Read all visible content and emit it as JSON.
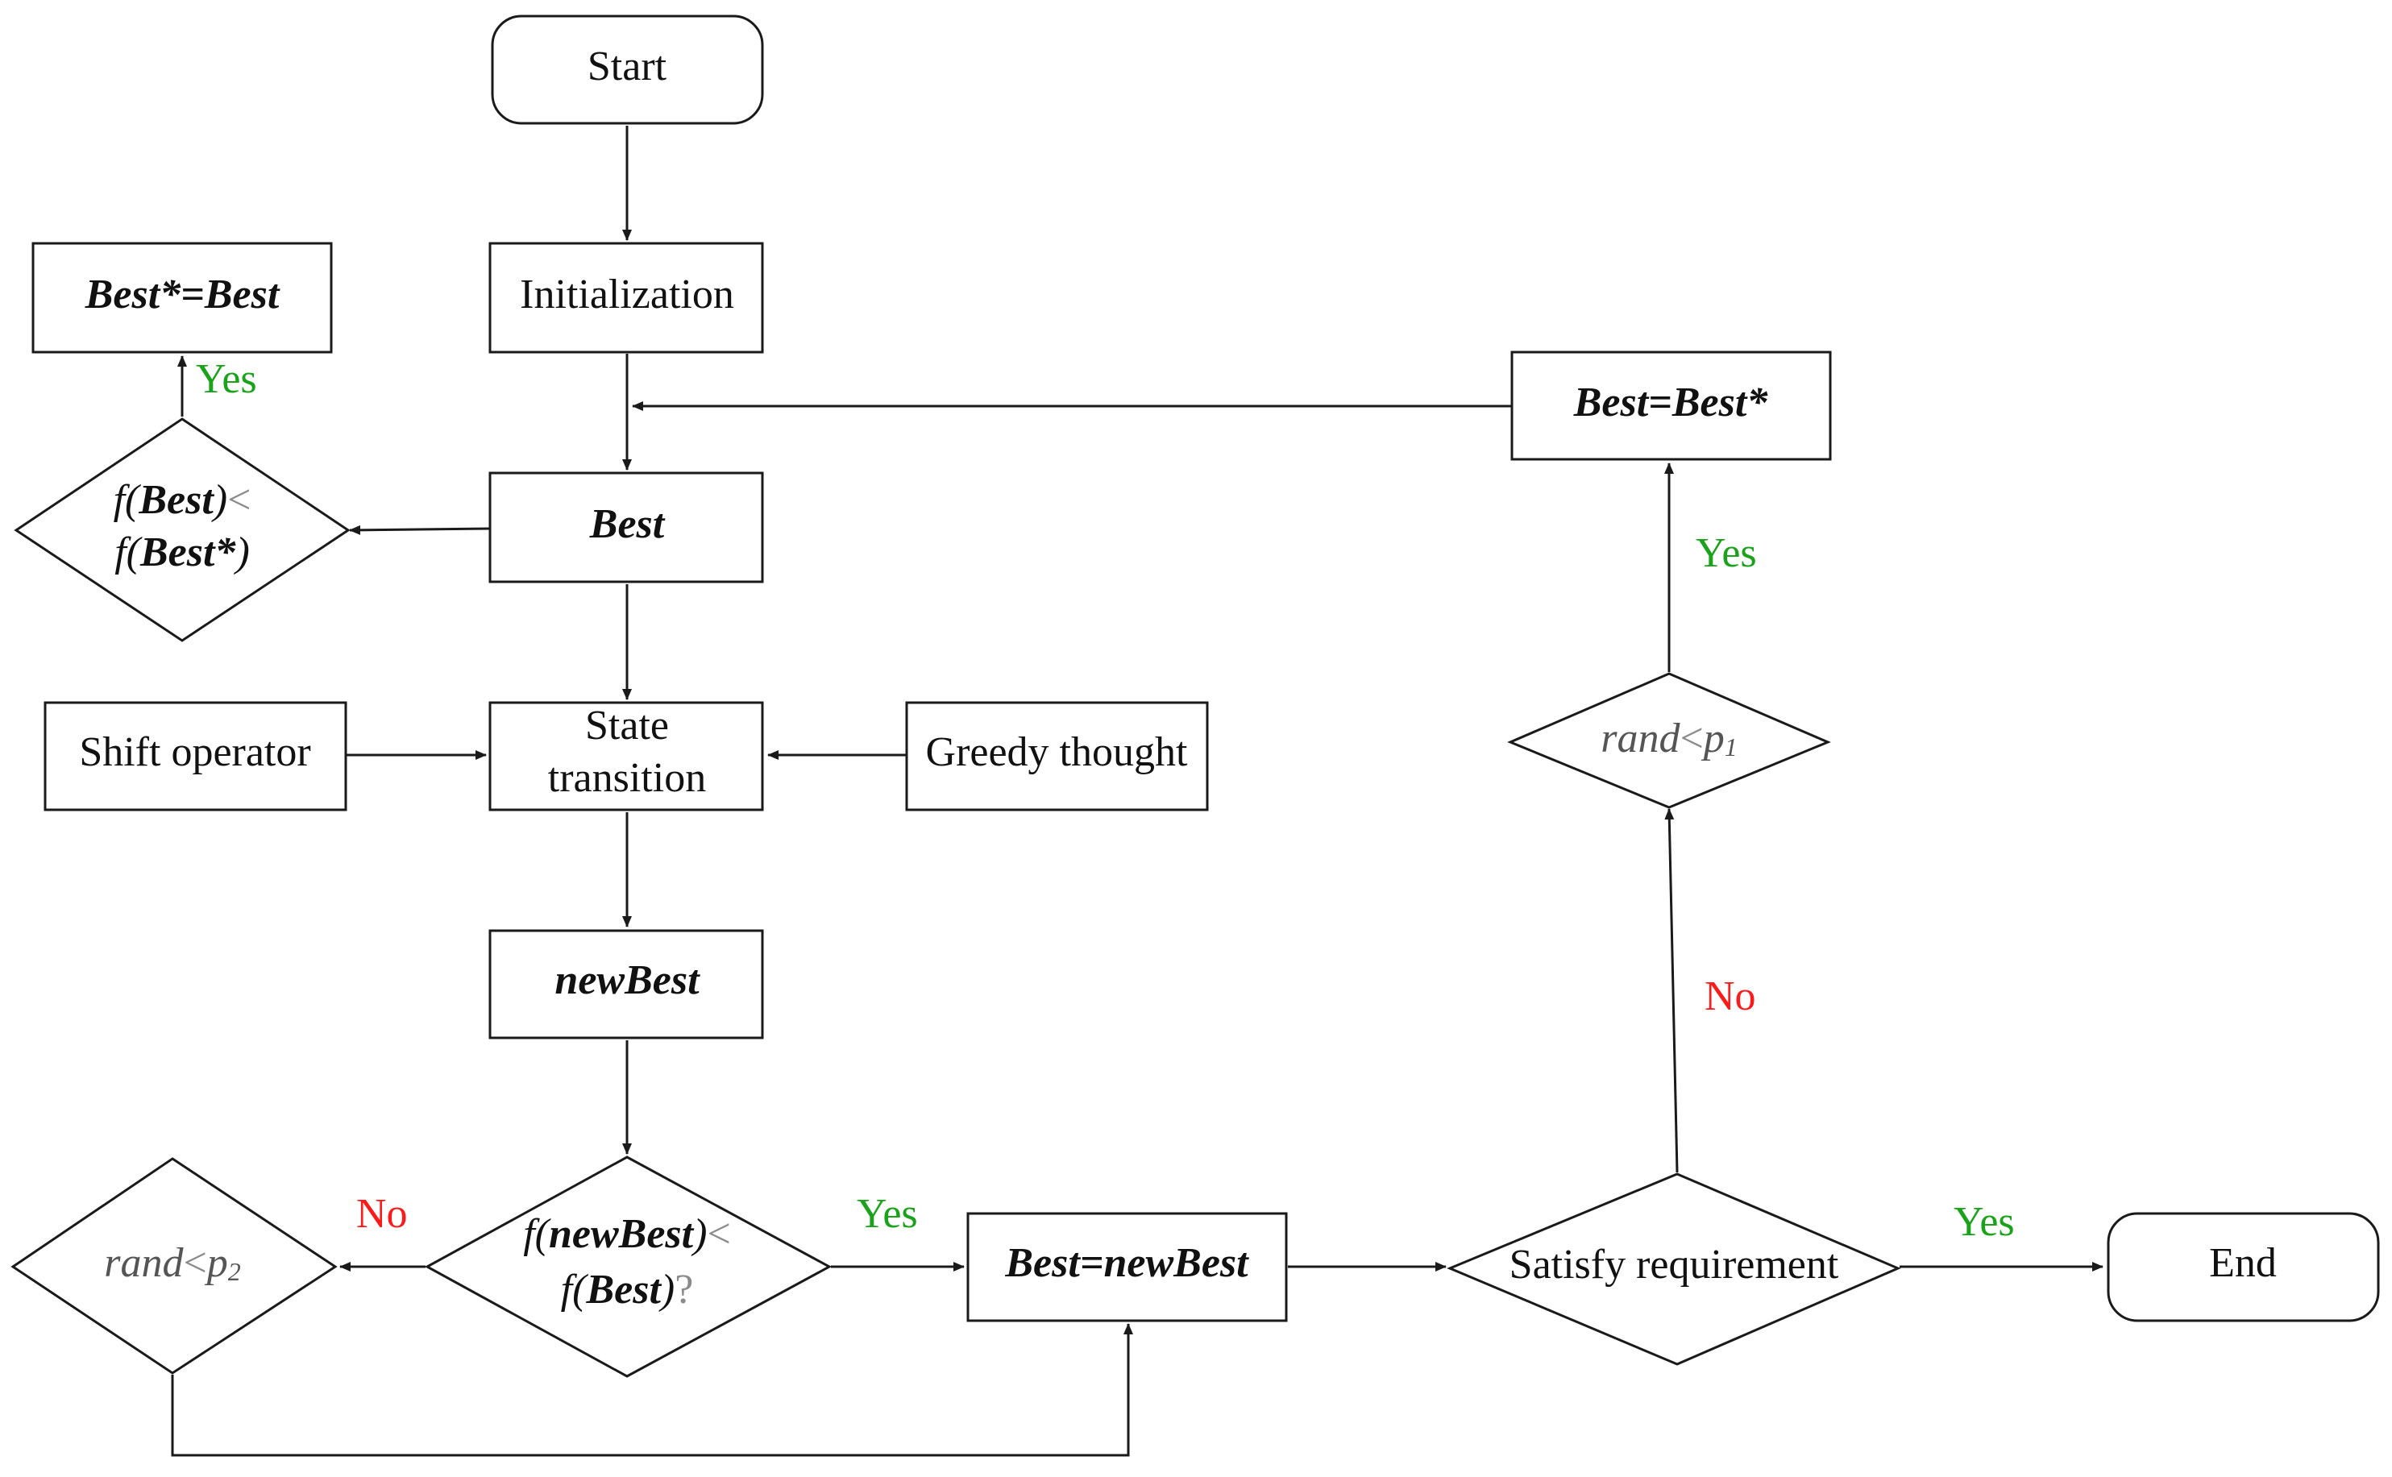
{
  "nodes": {
    "start": "Start",
    "initialization": "Initialization",
    "best_star_eq_best": {
      "a": "Best",
      "b": "*=",
      "c": "Best"
    },
    "best_eq_best_star": {
      "a": "Best",
      "b": "=",
      "c": "Best*"
    },
    "best": "Best",
    "cmp_best": {
      "f1": "f(",
      "best": "Best",
      "close1": ")",
      "lt": "<",
      "f2": "f(",
      "best_star": "Best*",
      "close2": ")"
    },
    "shift_operator": "Shift operator",
    "state_transition": {
      "line1": "State",
      "line2": "transition"
    },
    "greedy_thought": "Greedy thought",
    "rand_p1": {
      "rand": "rand",
      "lt": "<",
      "p": "p",
      "sub": "1"
    },
    "new_best": "newBest",
    "cmp_newbest": {
      "f1": "f(",
      "newbest": "newBest",
      "close1": ")",
      "lt": "<",
      "f2": "f(",
      "best": "Best",
      "close2": ")",
      "q": "?"
    },
    "rand_p2": {
      "rand": "rand",
      "lt": "<",
      "p": "p",
      "sub": "2"
    },
    "best_eq_newbest": {
      "a": "Best",
      "b": "=",
      "c": "newBest"
    },
    "satisfy_requirement": "Satisfy requirement",
    "end": "End"
  },
  "labels": {
    "yes_best_star": "Yes",
    "yes_rand_p1": "Yes",
    "no_satisfy": "No",
    "no_rand_p2": "No",
    "yes_newbest": "Yes",
    "yes_end": "Yes"
  },
  "colors": {
    "yes": "#1aa31a",
    "no": "#ff1a1a",
    "stroke": "#1a1a1a"
  }
}
